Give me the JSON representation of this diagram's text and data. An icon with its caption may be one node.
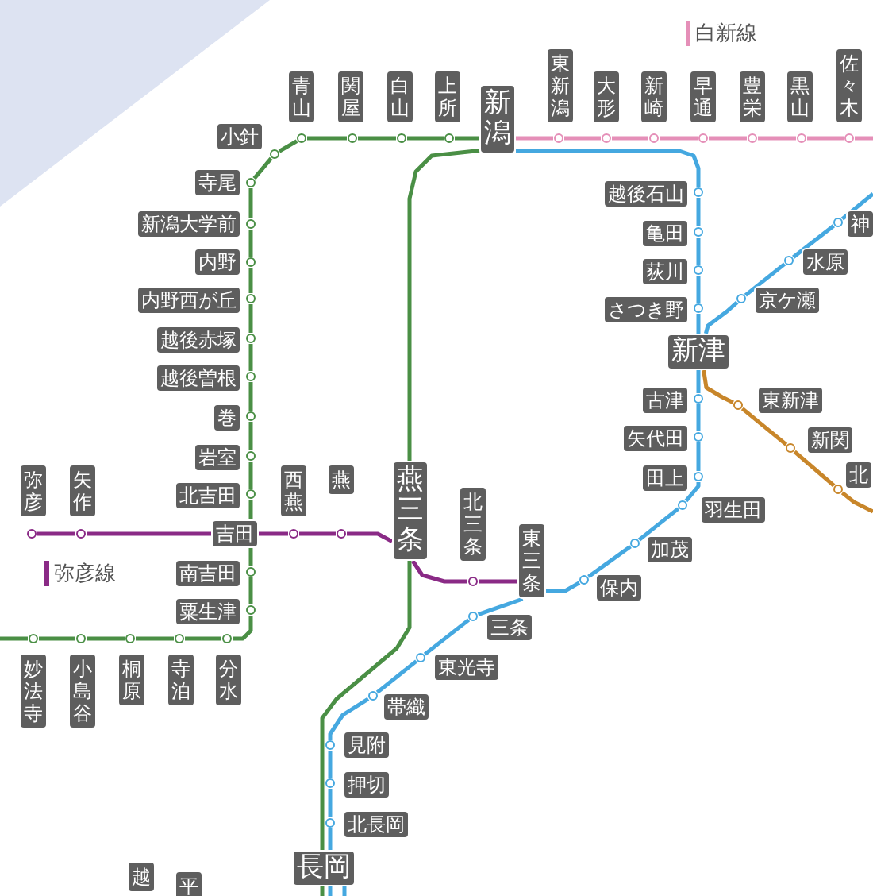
{
  "diagram": {
    "nodes": [
      {
        "text": [
          "東新潟"
        ]
      },
      {
        "text": [
          "佐々木"
        ]
      },
      {
        "text": [
          "青山"
        ]
      },
      {
        "text": [
          "関屋"
        ]
      },
      {
        "text": [
          "白山"
        ]
      },
      {
        "text": [
          "上所"
        ]
      },
      {
        "text": [
          "大形"
        ]
      },
      {
        "text": [
          "新崎"
        ]
      },
      {
        "text": [
          "早通"
        ]
      },
      {
        "text": [
          "豊栄"
        ]
      },
      {
        "text": [
          "黒山"
        ]
      },
      {
        "text": [
          "新潟"
        ]
      },
      {
        "text": [
          "小針"
        ]
      },
      {
        "text": [
          "寺尾"
        ]
      },
      {
        "text": [
          "越後石山"
        ]
      },
      {
        "text": [
          "新潟大学前"
        ]
      },
      {
        "text": [
          "神"
        ]
      },
      {
        "text": [
          "亀田"
        ]
      },
      {
        "text": [
          "内野"
        ]
      },
      {
        "text": [
          "荻川"
        ]
      },
      {
        "text": [
          "水原"
        ]
      },
      {
        "text": [
          "内野西が丘"
        ]
      },
      {
        "text": [
          "さつき野"
        ]
      },
      {
        "text": [
          "京ケ瀬"
        ]
      },
      {
        "text": [
          "越後赤塚"
        ]
      },
      {
        "text": [
          "新津"
        ]
      },
      {
        "text": [
          "越後曽根"
        ]
      },
      {
        "text": [
          "古津"
        ]
      },
      {
        "text": [
          "東新津"
        ]
      },
      {
        "text": [
          "巻"
        ]
      },
      {
        "text": [
          "矢代田"
        ]
      },
      {
        "text": [
          "新関"
        ]
      },
      {
        "text": [
          "岩室"
        ]
      },
      {
        "text": [
          "田上"
        ]
      },
      {
        "text": [
          "北"
        ]
      },
      {
        "text": [
          "弥彦"
        ]
      },
      {
        "text": [
          "矢作"
        ]
      },
      {
        "text": [
          "西燕"
        ]
      },
      {
        "text": [
          "燕"
        ]
      },
      {
        "text": [
          "北吉田"
        ]
      },
      {
        "text": [
          "燕三条"
        ]
      },
      {
        "text": [
          "北三条"
        ]
      },
      {
        "text": [
          "羽生田"
        ]
      },
      {
        "text": [
          "吉田"
        ]
      },
      {
        "text": [
          "東三条"
        ]
      },
      {
        "text": [
          "加茂"
        ]
      },
      {
        "text": [
          "南吉田"
        ]
      },
      {
        "text": [
          "保内"
        ]
      },
      {
        "text": [
          "粟生津"
        ]
      },
      {
        "text": [
          "三条"
        ]
      },
      {
        "text": [
          "妙法寺"
        ]
      },
      {
        "text": [
          "小島谷"
        ]
      },
      {
        "text": [
          "桐原"
        ]
      },
      {
        "text": [
          "寺泊"
        ]
      },
      {
        "text": [
          "分水"
        ]
      },
      {
        "text": [
          "東光寺"
        ]
      },
      {
        "text": [
          "帯織"
        ]
      },
      {
        "text": [
          "見附"
        ]
      },
      {
        "text": [
          "押切"
        ]
      },
      {
        "text": [
          "北長岡"
        ]
      },
      {
        "text": [
          "長岡"
        ]
      },
      {
        "text": [
          "越"
        ]
      },
      {
        "text": [
          "平"
        ]
      }
    ],
    "edges": [
      {
        "from": 11,
        "to": 5,
        "arrow": "none"
      },
      {
        "from": 5,
        "to": 4,
        "arrow": "none"
      },
      {
        "from": 4,
        "to": 3,
        "arrow": "none"
      },
      {
        "from": 3,
        "to": 2,
        "arrow": "none"
      },
      {
        "from": 2,
        "to": 12,
        "arrow": "none"
      },
      {
        "from": 12,
        "to": 13,
        "arrow": "none"
      },
      {
        "from": 13,
        "to": 15,
        "arrow": "none"
      },
      {
        "from": 15,
        "to": 18,
        "arrow": "none"
      },
      {
        "from": 18,
        "to": 21,
        "arrow": "none"
      },
      {
        "from": 21,
        "to": 24,
        "arrow": "none"
      },
      {
        "from": 24,
        "to": 26,
        "arrow": "none"
      },
      {
        "from": 26,
        "to": 29,
        "arrow": "none"
      },
      {
        "from": 29,
        "to": 32,
        "arrow": "none"
      },
      {
        "from": 32,
        "to": 39,
        "arrow": "none"
      },
      {
        "from": 39,
        "to": 43,
        "arrow": "none"
      },
      {
        "from": 43,
        "to": 46,
        "arrow": "none"
      },
      {
        "from": 46,
        "to": 48,
        "arrow": "none"
      },
      {
        "from": 48,
        "to": 54,
        "arrow": "none"
      },
      {
        "from": 54,
        "to": 53,
        "arrow": "none"
      },
      {
        "from": 53,
        "to": 52,
        "arrow": "none"
      },
      {
        "from": 52,
        "to": 51,
        "arrow": "none"
      },
      {
        "from": 51,
        "to": 50,
        "arrow": "none"
      },
      {
        "from": 50,
        "to": null,
        "arrow": "none"
      },
      {
        "from": 11,
        "to": 40,
        "arrow": "none"
      },
      {
        "from": 40,
        "to": 60,
        "arrow": "none"
      },
      {
        "from": 60,
        "to": null,
        "arrow": "none"
      },
      {
        "from": 11,
        "to": 0,
        "arrow": "none",
        "color": "#e58fb8"
      },
      {
        "from": 0,
        "to": 6,
        "arrow": "none",
        "color": "#e58fb8"
      },
      {
        "from": 6,
        "to": 7,
        "arrow": "none",
        "color": "#e58fb8"
      },
      {
        "from": 7,
        "to": 8,
        "arrow": "none",
        "color": "#e58fb8"
      },
      {
        "from": 8,
        "to": 9,
        "arrow": "none",
        "color": "#e58fb8"
      },
      {
        "from": 9,
        "to": 10,
        "arrow": "none",
        "color": "#e58fb8"
      },
      {
        "from": 10,
        "to": 1,
        "arrow": "none",
        "color": "#e58fb8"
      },
      {
        "from": 1,
        "to": null,
        "arrow": "none",
        "color": "#e58fb8"
      },
      {
        "from": 11,
        "to": 14,
        "arrow": "none",
        "color": "#45a8e0"
      },
      {
        "from": 14,
        "to": 17,
        "arrow": "none",
        "color": "#45a8e0"
      },
      {
        "from": 17,
        "to": 19,
        "arrow": "none",
        "color": "#45a8e0"
      },
      {
        "from": 19,
        "to": 22,
        "arrow": "none",
        "color": "#45a8e0"
      },
      {
        "from": 22,
        "to": 25,
        "arrow": "none",
        "color": "#45a8e0"
      },
      {
        "from": 25,
        "to": 27,
        "arrow": "none",
        "color": "#45a8e0"
      },
      {
        "from": 27,
        "to": 30,
        "arrow": "none",
        "color": "#45a8e0"
      },
      {
        "from": 30,
        "to": 33,
        "arrow": "none",
        "color": "#45a8e0"
      },
      {
        "from": 33,
        "to": 42,
        "arrow": "none",
        "color": "#45a8e0"
      },
      {
        "from": 42,
        "to": 45,
        "arrow": "none",
        "color": "#45a8e0"
      },
      {
        "from": 45,
        "to": 47,
        "arrow": "none",
        "color": "#45a8e0"
      },
      {
        "from": 47,
        "to": 44,
        "arrow": "none",
        "color": "#45a8e0"
      },
      {
        "from": 44,
        "to": 49,
        "arrow": "none",
        "color": "#45a8e0"
      },
      {
        "from": 49,
        "to": 55,
        "arrow": "none",
        "color": "#45a8e0"
      },
      {
        "from": 55,
        "to": 56,
        "arrow": "none",
        "color": "#45a8e0"
      },
      {
        "from": 56,
        "to": 57,
        "arrow": "none",
        "color": "#45a8e0"
      },
      {
        "from": 57,
        "to": 58,
        "arrow": "none",
        "color": "#45a8e0"
      },
      {
        "from": 58,
        "to": 59,
        "arrow": "none",
        "color": "#45a8e0"
      },
      {
        "from": 59,
        "to": 60,
        "arrow": "none",
        "color": "#45a8e0"
      },
      {
        "from": 60,
        "to": null,
        "arrow": "none",
        "color": "#45a8e0"
      },
      {
        "from": 60,
        "to": null,
        "arrow": "none",
        "color": "#45a8e0"
      },
      {
        "from": 25,
        "to": 23,
        "arrow": "none",
        "color": "#45a8e0"
      },
      {
        "from": 23,
        "to": 20,
        "arrow": "none",
        "color": "#45a8e0"
      },
      {
        "from": 20,
        "to": 16,
        "arrow": "none",
        "color": "#45a8e0"
      },
      {
        "from": 16,
        "to": null,
        "arrow": "none",
        "color": "#45a8e0"
      },
      {
        "from": 25,
        "to": 28,
        "arrow": "none",
        "color": "#c8862a"
      },
      {
        "from": 28,
        "to": 31,
        "arrow": "none",
        "color": "#c8862a"
      },
      {
        "from": 31,
        "to": 34,
        "arrow": "none",
        "color": "#c8862a"
      },
      {
        "from": 34,
        "to": null,
        "arrow": "none",
        "color": "#c8862a"
      },
      {
        "from": 35,
        "to": 36,
        "arrow": "none",
        "color": "#8a2a86"
      },
      {
        "from": 36,
        "to": 43,
        "arrow": "none",
        "color": "#8a2a86"
      },
      {
        "from": 43,
        "to": 37,
        "arrow": "none",
        "color": "#8a2a86"
      },
      {
        "from": 37,
        "to": 38,
        "arrow": "none",
        "color": "#8a2a86"
      },
      {
        "from": 38,
        "to": 40,
        "arrow": "none",
        "color": "#8a2a86"
      },
      {
        "from": 40,
        "to": 41,
        "arrow": "none",
        "color": "#8a2a86"
      },
      {
        "from": 41,
        "to": 44,
        "arrow": "none",
        "color": "#8a2a86"
      }
    ],
    "legend": [
      {
        "text": "白新線",
        "color": "#e58fb8"
      },
      {
        "text": "弥彦線",
        "color": "#8a2a86"
      }
    ]
  }
}
